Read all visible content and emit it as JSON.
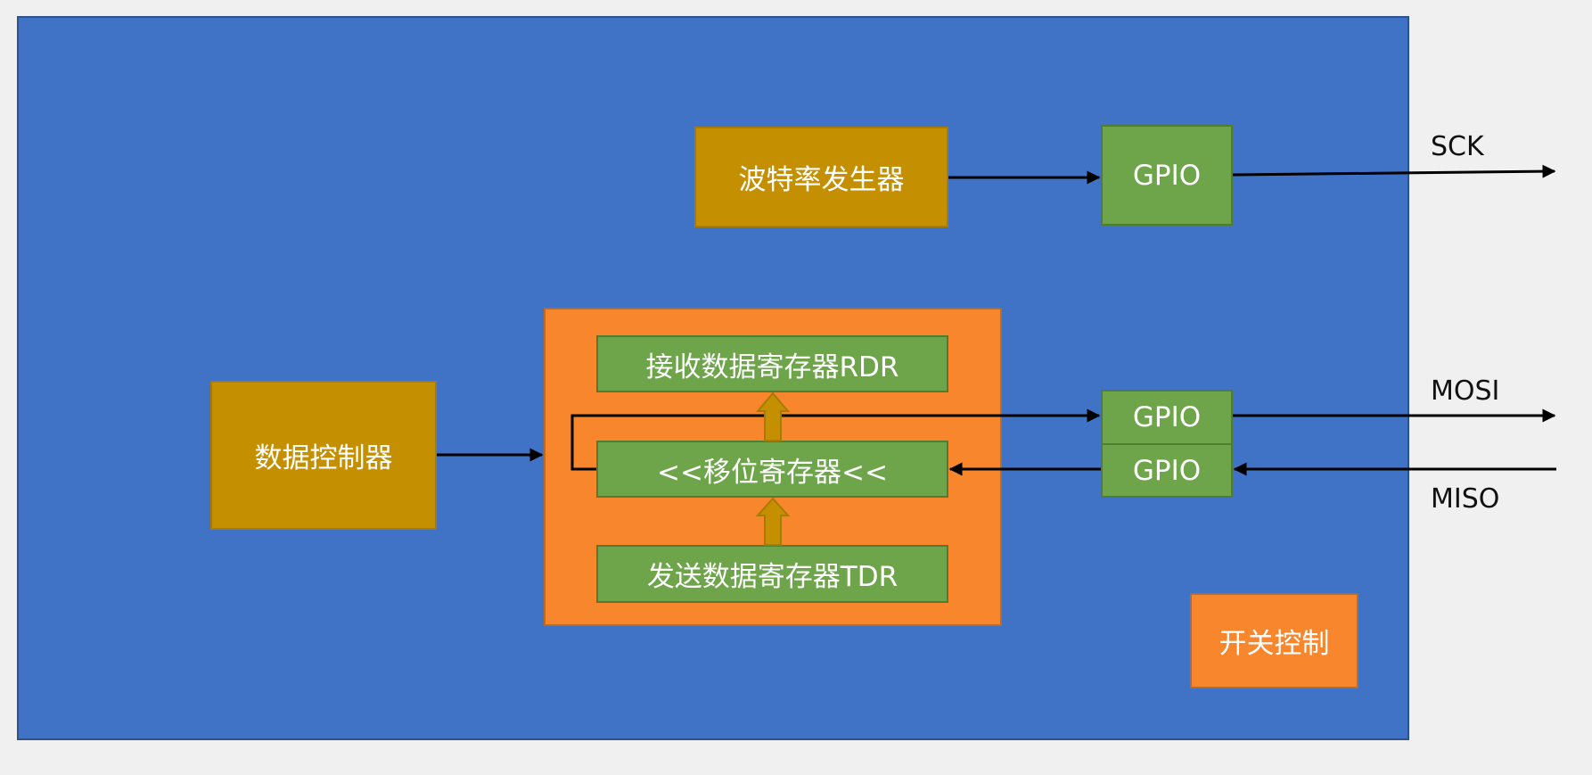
{
  "blocks": {
    "baud_generator": "波特率发生器",
    "gpio_sck": "GPIO",
    "data_controller": "数据控制器",
    "rdr": "接收数据寄存器RDR",
    "shift_register": "<<移位寄存器<<",
    "tdr": "发送数据寄存器TDR",
    "gpio_mosi": "GPIO",
    "gpio_miso": "GPIO",
    "switch_control": "开关控制"
  },
  "signals": {
    "sck": "SCK",
    "mosi": "MOSI",
    "miso": "MISO"
  },
  "colors": {
    "panel": "#4072c6",
    "gold_block": "#c48f00",
    "orange_block": "#f8862d",
    "green_block": "#6ea54a",
    "arrow": "#000000",
    "up_arrow": "#c48f00"
  }
}
